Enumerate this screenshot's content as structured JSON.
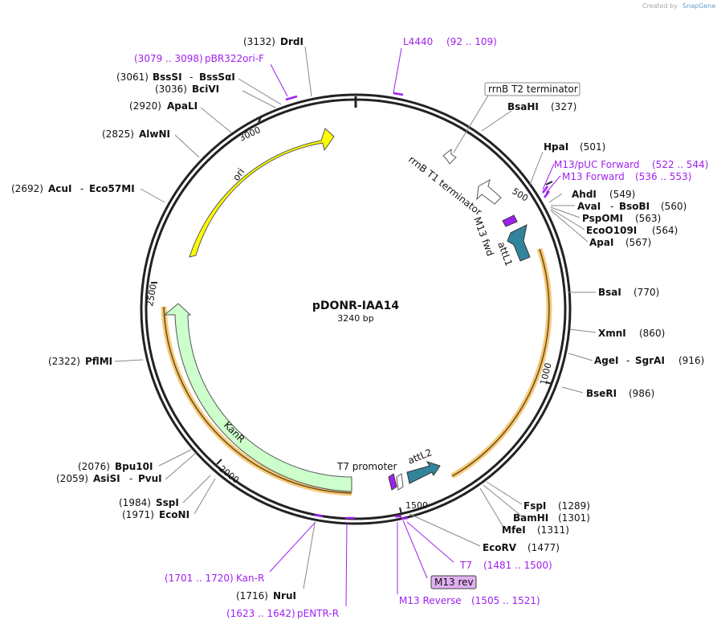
{
  "credit": "Created by",
  "credit_brand": "SnapGene",
  "map": {
    "name": "pDONR-IAA14",
    "length_label": "3240 bp",
    "ticks": [
      "500",
      "1000",
      "1500",
      "2000",
      "2500",
      "3000"
    ]
  },
  "enzymes": [
    {
      "id": "drdi",
      "name": "DrdI",
      "pos": "(3132)"
    },
    {
      "id": "bsshi",
      "name": "BssSI",
      "pos": "(3061)"
    },
    {
      "id": "bssai",
      "name": "BssSαI"
    },
    {
      "id": "bcivi",
      "name": "BciVI",
      "pos": "(3036)"
    },
    {
      "id": "apali",
      "name": "ApaLI",
      "pos": "(2920)"
    },
    {
      "id": "alwni",
      "name": "AlwNI",
      "pos": "(2825)"
    },
    {
      "id": "acui",
      "name": "AcuI",
      "pos": "(2692)"
    },
    {
      "id": "eco57mi",
      "name": "Eco57MI"
    },
    {
      "id": "pflmi",
      "name": "PflMI",
      "pos": "(2322)"
    },
    {
      "id": "bpu10i",
      "name": "Bpu10I",
      "pos": "(2076)"
    },
    {
      "id": "asisi",
      "name": "AsiSI",
      "pos": "(2059)"
    },
    {
      "id": "pvui",
      "name": "PvuI"
    },
    {
      "id": "sspi",
      "name": "SspI",
      "pos": "(1984)"
    },
    {
      "id": "econi",
      "name": "EcoNI",
      "pos": "(1971)"
    },
    {
      "id": "nrui",
      "name": "NruI",
      "pos": "(1716)"
    },
    {
      "id": "bsahi",
      "name": "BsaHI",
      "pos": "(327)"
    },
    {
      "id": "hpai",
      "name": "HpaI",
      "pos": "(501)"
    },
    {
      "id": "ahdi",
      "name": "AhdI",
      "pos": "(549)"
    },
    {
      "id": "avai",
      "name": "AvaI",
      "pos": "(560)"
    },
    {
      "id": "bsobi",
      "name": "BsoBI"
    },
    {
      "id": "pspomi",
      "name": "PspOMI",
      "pos": "(563)"
    },
    {
      "id": "eco0109i",
      "name": "EcoO109I",
      "pos": "(564)"
    },
    {
      "id": "apai",
      "name": "ApaI",
      "pos": "(567)"
    },
    {
      "id": "bsai",
      "name": "BsaI",
      "pos": "(770)"
    },
    {
      "id": "xmni",
      "name": "XmnI",
      "pos": "(860)"
    },
    {
      "id": "agei",
      "name": "AgeI",
      "pos": "(916)"
    },
    {
      "id": "sgrai",
      "name": "SgrAI"
    },
    {
      "id": "bseri",
      "name": "BseRI",
      "pos": "(986)"
    },
    {
      "id": "fspi",
      "name": "FspI",
      "pos": "(1289)"
    },
    {
      "id": "bamhi",
      "name": "BamHI",
      "pos": "(1301)"
    },
    {
      "id": "mfei",
      "name": "MfeI",
      "pos": "(1311)"
    },
    {
      "id": "ecorv",
      "name": "EcoRV",
      "pos": "(1477)"
    }
  ],
  "primers": [
    {
      "id": "pbr322",
      "name": "pBR322ori-F",
      "range": "(3079 .. 3098)"
    },
    {
      "id": "l4440",
      "name": "L4440",
      "range": "(92 .. 109)"
    },
    {
      "id": "m13puc",
      "name": "M13/pUC Forward",
      "range": "(522 .. 544)"
    },
    {
      "id": "m13fwd",
      "name": "M13 Forward",
      "range": "(536 .. 553)"
    },
    {
      "id": "t7",
      "name": "T7",
      "range": "(1481 .. 1500)"
    },
    {
      "id": "m13rev_box",
      "name": "M13 rev"
    },
    {
      "id": "m13reverse",
      "name": "M13 Reverse",
      "range": "(1505 .. 1521)"
    },
    {
      "id": "kanr_primer",
      "name": "Kan-R",
      "range": "(1701 .. 1720)"
    },
    {
      "id": "pentr",
      "name": "pENTR-R",
      "range": "(1623 .. 1642)"
    }
  ],
  "features": [
    {
      "id": "ori",
      "name": "ori"
    },
    {
      "id": "kanr",
      "name": "KanR"
    },
    {
      "id": "attl1",
      "name": "attL1"
    },
    {
      "id": "attl2",
      "name": "attL2"
    },
    {
      "id": "m13fwd_feat",
      "name": "M13 fwd"
    },
    {
      "id": "rrnbt1",
      "name": "rrnB T1 terminator"
    },
    {
      "id": "rrnbt2",
      "name": "rrnB T2 terminator"
    },
    {
      "id": "t7prom",
      "name": "T7 promoter"
    }
  ],
  "colors": {
    "ori": "#ffff00",
    "kanr": "#ccffcc",
    "att": "#31849b",
    "primer": "#a020f0",
    "highlight": "#f5c97a"
  }
}
